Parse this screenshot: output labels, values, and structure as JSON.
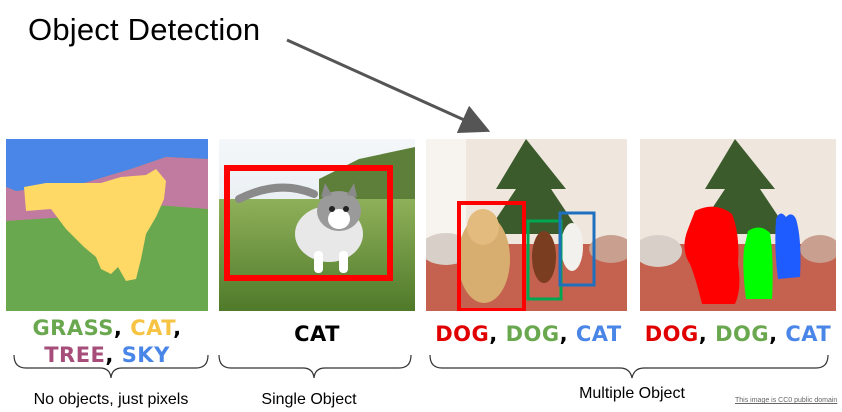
{
  "title": "Object Detection",
  "labels": {
    "semantic": {
      "line1": [
        {
          "text": "GRASS",
          "color": "#6aa84f"
        },
        {
          "text": ", ",
          "color": "#000000"
        },
        {
          "text": "CAT",
          "color": "#f6c343"
        },
        {
          "text": ",",
          "color": "#000000"
        }
      ],
      "line2": [
        {
          "text": "TREE",
          "color": "#a64d79"
        },
        {
          "text": ", ",
          "color": "#000000"
        },
        {
          "text": "SKY",
          "color": "#4a86e8"
        }
      ]
    },
    "classification": [
      {
        "text": "CAT",
        "color": "#000000"
      }
    ],
    "detection": [
      {
        "text": "DOG",
        "color": "#e00000"
      },
      {
        "text": ", ",
        "color": "#000000"
      },
      {
        "text": "DOG",
        "color": "#6aa84f"
      },
      {
        "text": ", ",
        "color": "#000000"
      },
      {
        "text": "CAT",
        "color": "#4a86e8"
      }
    ],
    "instance": [
      {
        "text": "DOG",
        "color": "#e00000"
      },
      {
        "text": ", ",
        "color": "#000000"
      },
      {
        "text": "DOG",
        "color": "#6aa84f"
      },
      {
        "text": ", ",
        "color": "#000000"
      },
      {
        "text": "CAT",
        "color": "#4a86e8"
      }
    ]
  },
  "captions": {
    "no_objects": "No objects, just pixels",
    "single_object": "Single Object",
    "multiple_object": "Multiple Object"
  },
  "credit": "This image is CC0 public domain",
  "colors": {
    "sky": "#4a86e8",
    "tree": "#c27ba0",
    "grass": "#6aa84f",
    "cat": "#ffd966",
    "box_red": "#ff0000",
    "box_green": "#00a651",
    "box_blue": "#1f6fbf",
    "mask_red": "#ff0000",
    "mask_green": "#00ff00",
    "mask_blue": "#1f5cff",
    "arrow": "#555555"
  }
}
